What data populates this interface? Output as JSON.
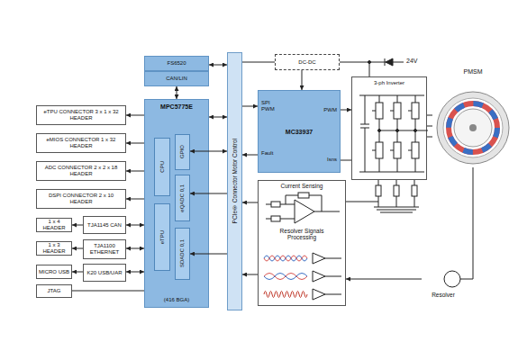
{
  "diagram": {
    "nodes": [
      {
        "text": [
          "FS6520"
        ]
      },
      {
        "text": [
          "CAN/LIN"
        ]
      },
      {
        "text": [
          "MPC5775E",
          "(416 BGA)"
        ]
      },
      {
        "text": [
          "CPU"
        ],
        "in": 2
      },
      {
        "text": [
          "eTPU"
        ],
        "in": 2
      },
      {
        "text": [
          "GPIO"
        ],
        "in": 2
      },
      {
        "text": [
          "eQADC 0,1"
        ],
        "in": 2
      },
      {
        "text": [
          "SDADC 0,1"
        ],
        "in": 2
      },
      {
        "text": [
          "eTPU CONNECTOR 3 x 1 x 32 HEADER"
        ]
      },
      {
        "text": [
          "eMIOS CONNECTOR 1 x 32 HEADER"
        ]
      },
      {
        "text": [
          "ADC CONNECTOR 2 x 2 x 18 HEADER"
        ]
      },
      {
        "text": [
          "DSPI CONNECTOR 2 x 10 HEADER"
        ]
      },
      {
        "text": [
          "1 x 4 HEADER"
        ]
      },
      {
        "text": [
          "TJA1145 CAN"
        ]
      },
      {
        "text": [
          "1 x 3 HEADER"
        ]
      },
      {
        "text": [
          "TJA1100 ETHERNET"
        ]
      },
      {
        "text": [
          "MICRO USB"
        ]
      },
      {
        "text": [
          "K20 USB/UAR"
        ]
      },
      {
        "text": [
          "JTAG"
        ]
      },
      {
        "text": [
          "PCIe® Connector Motor Control"
        ]
      },
      {
        "text": [
          "DC-DC"
        ]
      },
      {
        "text": [
          "MC33937",
          "SPI PWM",
          "PWM",
          "Fault",
          "Isns"
        ]
      },
      {
        "text": [
          "3-ph Inverter"
        ]
      },
      {
        "text": [
          "PMSM"
        ]
      },
      {
        "text": [
          "Current Sensing",
          "Resolver Signals Processing"
        ]
      },
      {
        "text": [
          "Resolver"
        ]
      }
    ],
    "edges": [
      {
        "from": 0,
        "to": 19,
        "arrow": "both"
      },
      {
        "from": 1,
        "to": 2,
        "arrow": "both"
      },
      {
        "from": 2,
        "to": 8,
        "arrow": "to"
      },
      {
        "from": 2,
        "to": 9,
        "arrow": "to"
      },
      {
        "from": 2,
        "to": 10,
        "arrow": "to"
      },
      {
        "from": 2,
        "to": 11,
        "arrow": "to"
      },
      {
        "from": 13,
        "to": 12,
        "arrow": "to"
      },
      {
        "from": 13,
        "to": 2,
        "arrow": "both"
      },
      {
        "from": 15,
        "to": 14,
        "arrow": "to"
      },
      {
        "from": 15,
        "to": 2,
        "arrow": "both"
      },
      {
        "from": 17,
        "to": 16,
        "arrow": "to"
      },
      {
        "from": 17,
        "to": 2,
        "arrow": "both"
      },
      {
        "from": 18,
        "to": 2,
        "arrow": "none"
      },
      {
        "from": 2,
        "to": 19,
        "arrow": "both"
      },
      {
        "from": 5,
        "to": 19,
        "arrow": "both"
      },
      {
        "from": 19,
        "to": 6,
        "arrow": "to"
      },
      {
        "from": 19,
        "to": 7,
        "arrow": "to"
      },
      {
        "from": 19,
        "to": 21,
        "arrow": "to"
      },
      {
        "from": 21,
        "to": 19,
        "arrow": "to"
      },
      {
        "from": 19,
        "to": 20,
        "arrow": "none"
      },
      {
        "from": 20,
        "to": 21,
        "arrow": "to"
      },
      {
        "from": 21,
        "to": 22,
        "arrow": "to"
      },
      {
        "from": 22,
        "to": 23,
        "arrow": "none"
      },
      {
        "from": 24,
        "to": 19,
        "arrow": "to"
      },
      {
        "from": 24,
        "to": 19,
        "arrow": "to"
      },
      {
        "from": 25,
        "to": 24,
        "arrow": "to"
      }
    ],
    "labels": [
      "24V"
    ]
  }
}
